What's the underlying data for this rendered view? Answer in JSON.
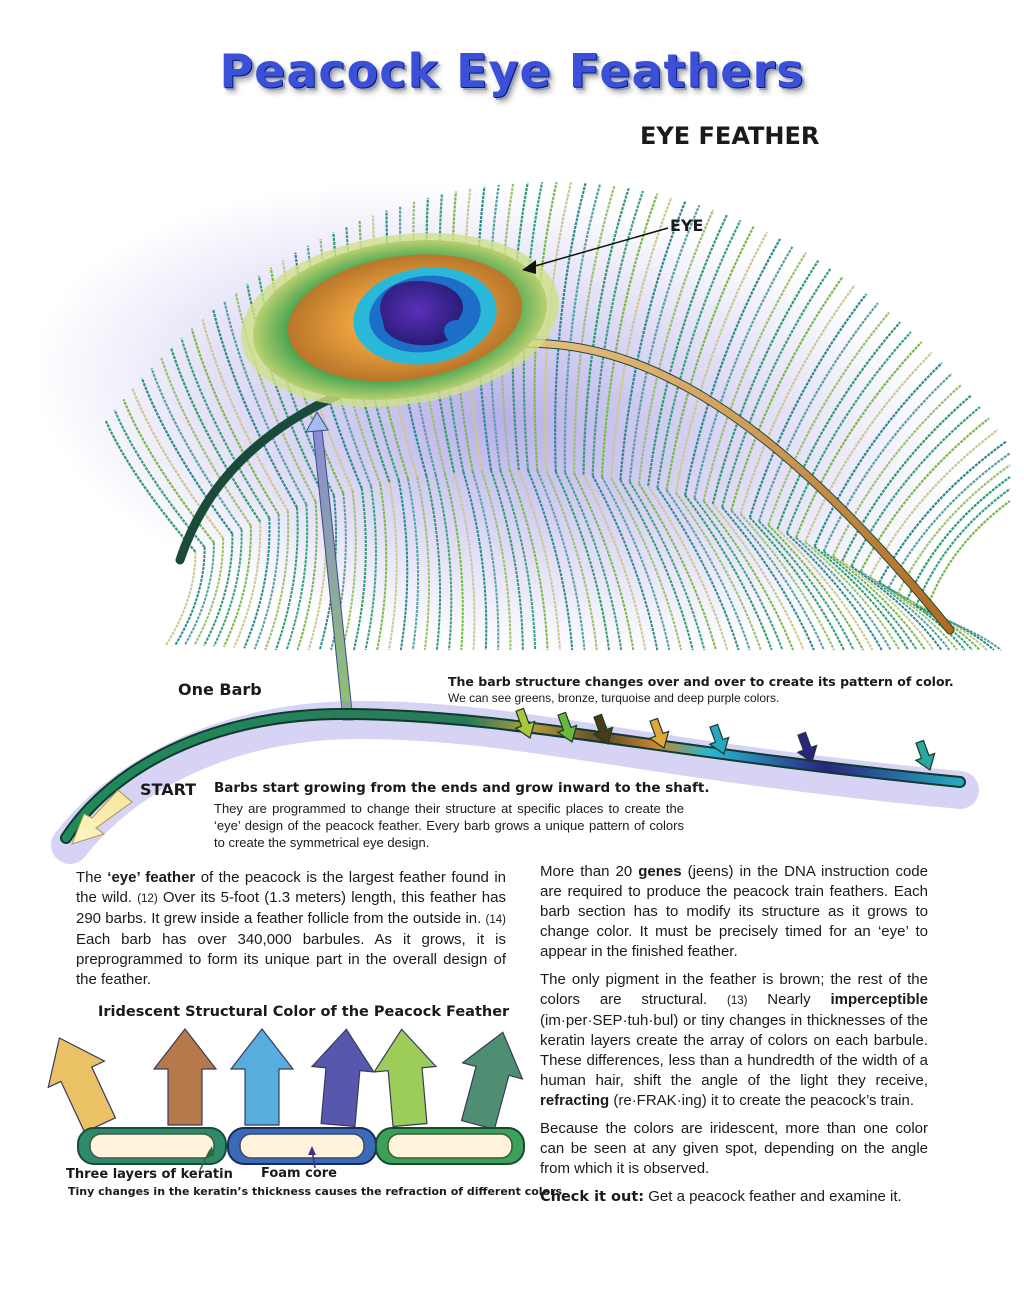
{
  "title": "Peacock Eye Feathers",
  "labels": {
    "eye_feather": "EYE FEATHER",
    "eye": "EYE",
    "one_barb": "One Barb",
    "start": "START"
  },
  "barb_change": {
    "title": "The barb structure changes over and over to create its pattern of color.",
    "text": "We can see greens, bronze, turquoise and deep purple colors."
  },
  "barbs_start": {
    "title": "Barbs start growing from the ends and grow inward to the shaft.",
    "text": "They are programmed to change their structure at specific places to create the ‘eye’ design of the peacock feather. Every barb grows a unique pattern of colors to create the symmetrical eye design."
  },
  "left_para": {
    "p1": "The ",
    "bold1": "‘eye’ feather",
    "p2": " of the peacock is the largest feather found in the wild. ",
    "ref1": "(12)",
    "p3": " Over its 5-foot (1.3 meters) length, this feather has 290 barbs. It grew inside a feather follicle from the outside in. ",
    "ref2": "(14)",
    "p4": " Each barb has over 340,000 barbules. As it grows, it is preprogrammed to form its unique part in the overall design of the feather."
  },
  "right_col": {
    "para1_a": "More than 20 ",
    "para1_bold": "genes",
    "para1_b": " (jeens) in the DNA instruction code are required to produce the peacock train feathers. Each barb section has to modify its structure as it grows to change color. It must be precisely timed for an ‘eye’ to appear in the finished feather.",
    "para2_a": "The only pigment in the feather is brown; the rest of the colors are structural. ",
    "para2_ref": "(13)",
    "para2_b": " Nearly ",
    "para2_bold1": "imperceptible",
    "para2_c": " (im·per·SEP·tuh·bul) or tiny changes in thicknesses of the keratin layers create the array of colors on each barbule. These differences, less than a hundredth of the width of a human hair, shift the angle of the light they receive, ",
    "para2_bold2": "refracting",
    "para2_d": " (re·FRAK·ing) it to create the peacock’s train.",
    "para3": "Because the colors are iridescent, more than one color can be seen at any given spot, depending on the angle from which it is observed.",
    "check_lead": "Check it out:",
    "check_text": " Get a peacock feather and examine it."
  },
  "iridescent": {
    "title": "Iridescent Structural Color of the Peacock Feather",
    "keratin": "Three layers of keratin",
    "foam": "Foam core",
    "tiny": "Tiny changes in the keratin’s thickness causes the refraction of different colors.",
    "arrow_colors": [
      "#e8b64a",
      "#a8612a",
      "#3aa0d8",
      "#3a3aa0",
      "#8cc43c",
      "#2f7a5a"
    ]
  },
  "palette": {
    "barb_green": "#1f8a5a",
    "bronze": "#c9862f",
    "turquoise": "#28b8d0",
    "deep_purple": "#2a2480",
    "shadow_lavender": "#9a8fe0"
  }
}
